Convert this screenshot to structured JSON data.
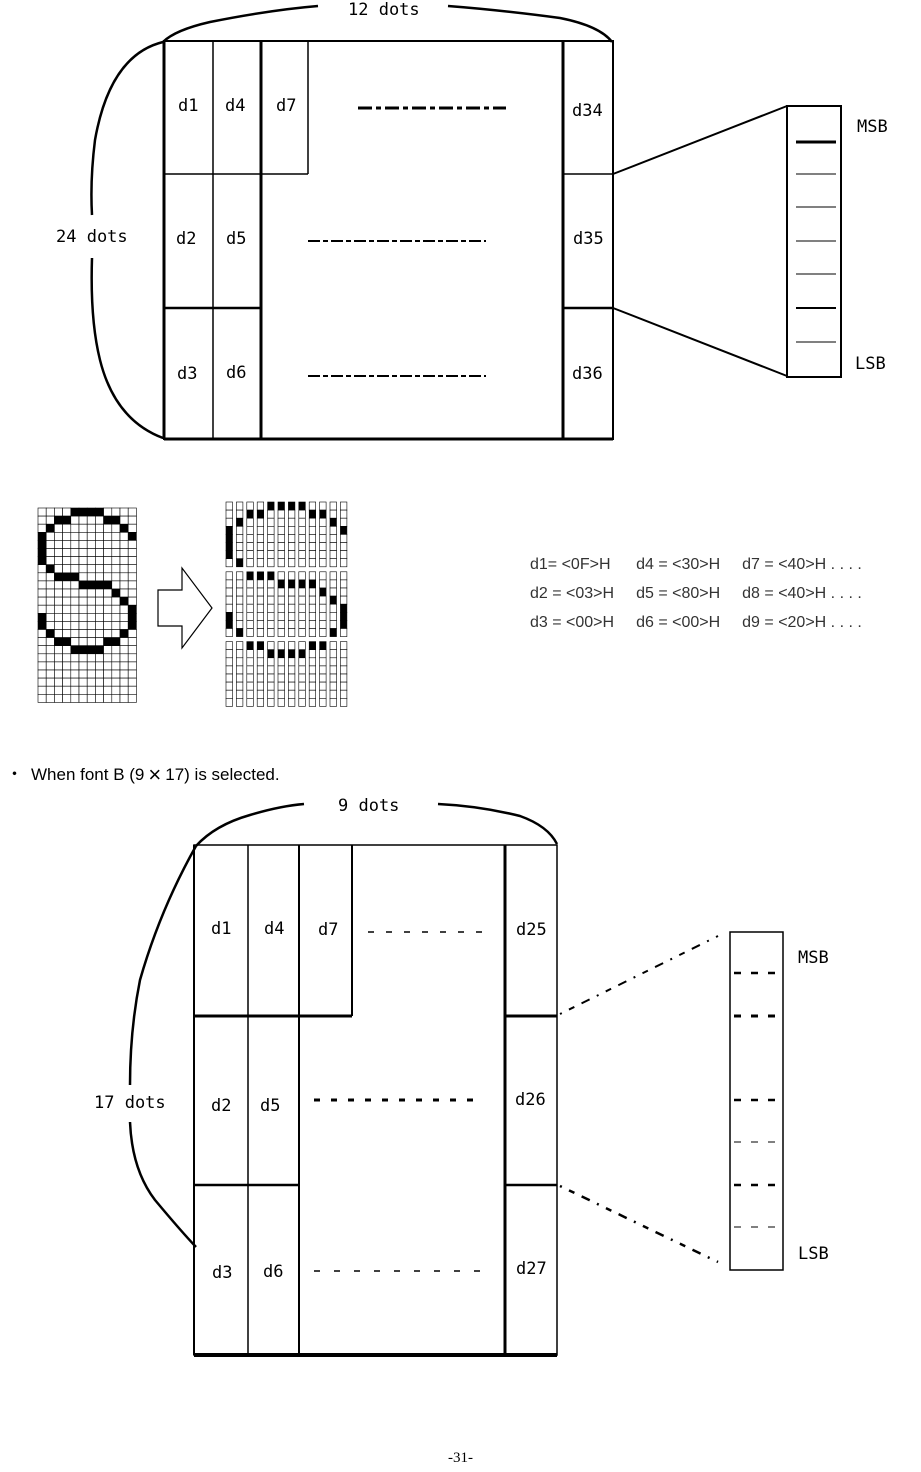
{
  "diagramA": {
    "top_label": "12 dots",
    "side_label": "24 dots",
    "cells": [
      "d1",
      "d4",
      "d7",
      "d2",
      "d5",
      "d3",
      "d6",
      "d34",
      "d35",
      "d36"
    ],
    "msb": "MSB",
    "lsb": "LSB"
  },
  "glyph_example": {
    "equations": [
      [
        "d1= <0F>H",
        "d4 = <30>H",
        "d7 = <40>H . . . ."
      ],
      [
        "d2 = <03>H",
        "d5 = <80>H",
        "d8 = <40>H . . . ."
      ],
      [
        "d3 = <00>H",
        "d6 = <00>H",
        "d9 = <20>H . . . ."
      ]
    ]
  },
  "caption": {
    "bullet": "・",
    "before": "When font B (9",
    "times": "×",
    "after": "17) is selected."
  },
  "diagramB": {
    "top_label": "9 dots",
    "side_label": "17 dots",
    "cells": [
      "d1",
      "d4",
      "d7",
      "d2",
      "d5",
      "d3",
      "d6",
      "d25",
      "d26",
      "d27"
    ],
    "msb": "MSB",
    "lsb": "LSB"
  },
  "page_number": "-31-"
}
